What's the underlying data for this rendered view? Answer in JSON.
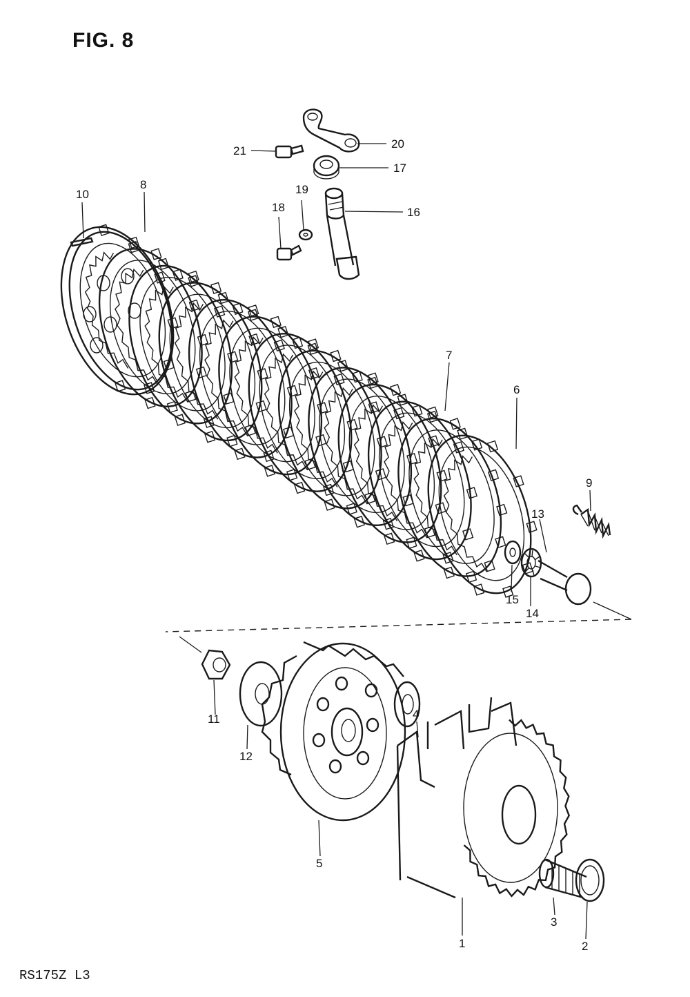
{
  "figure": {
    "title": "FIG. 8",
    "footer": "RS175Z L3"
  },
  "callouts": [
    {
      "id": "1",
      "text": "1"
    },
    {
      "id": "2",
      "text": "2"
    },
    {
      "id": "3",
      "text": "3"
    },
    {
      "id": "4",
      "text": "4"
    },
    {
      "id": "5",
      "text": "5"
    },
    {
      "id": "6",
      "text": "6"
    },
    {
      "id": "7",
      "text": "7"
    },
    {
      "id": "8",
      "text": "8"
    },
    {
      "id": "9",
      "text": "9"
    },
    {
      "id": "10",
      "text": "10"
    },
    {
      "id": "11",
      "text": "11"
    },
    {
      "id": "12",
      "text": "12"
    },
    {
      "id": "13",
      "text": "13"
    },
    {
      "id": "14",
      "text": "14"
    },
    {
      "id": "15",
      "text": "15"
    },
    {
      "id": "16",
      "text": "16"
    },
    {
      "id": "17",
      "text": "17"
    },
    {
      "id": "18",
      "text": "18"
    },
    {
      "id": "19",
      "text": "19"
    },
    {
      "id": "20",
      "text": "20"
    },
    {
      "id": "21",
      "text": "21"
    }
  ]
}
